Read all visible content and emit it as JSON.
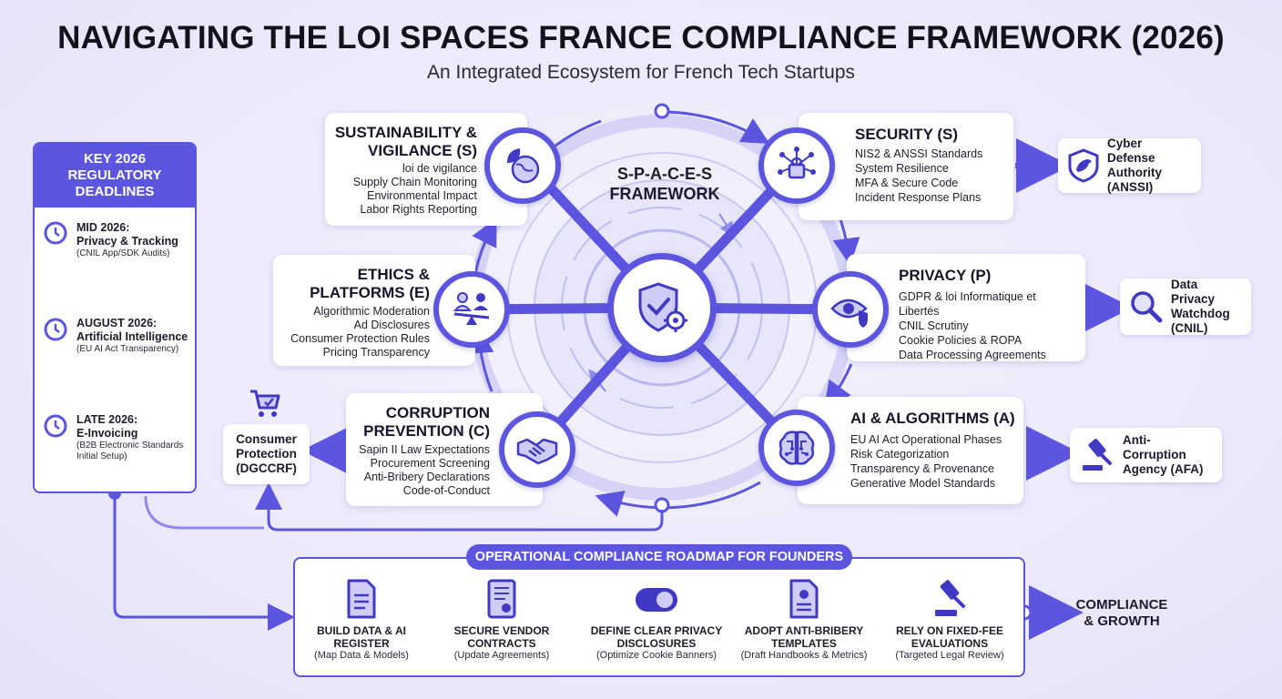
{
  "header": {
    "title": "NAVIGATING THE LOI SPACES FRANCE COMPLIANCE FRAMEWORK (2026)",
    "subtitle": "An Integrated Ecosystem for French Tech Startups"
  },
  "hub": {
    "label": "S-P-A-C-E-S FRAMEWORK",
    "icon": "shield-gear-icon"
  },
  "pillars": {
    "sustainability": {
      "title_1": "SUSTAINABILITY &",
      "title_2": "VIGILANCE (S)",
      "items": [
        "loi de vigilance",
        "Supply Chain Monitoring",
        "Environmental Impact",
        "Labor Rights Reporting"
      ],
      "icon": "leaf-globe-icon"
    },
    "security": {
      "title": "SECURITY (S)",
      "items": [
        "NIS2 & ANSSI Standards",
        "System Resilience",
        "MFA & Secure Code",
        "Incident Response Plans"
      ],
      "icon": "network-lock-icon"
    },
    "ethics": {
      "title_1": "ETHICS &",
      "title_2": "PLATFORMS (E)",
      "items": [
        "Algorithmic Moderation",
        "Ad Disclosures",
        "Consumer Protection Rules",
        "Pricing Transparency"
      ],
      "icon": "scale-people-icon"
    },
    "privacy": {
      "title": "PRIVACY (P)",
      "items": [
        "GDPR & loi Informatique et Libertés",
        "CNIL Scrutiny",
        "Cookie Policies & ROPA",
        "Data Processing Agreements"
      ],
      "icon": "eye-shield-icon"
    },
    "corruption": {
      "title_1": "CORRUPTION",
      "title_2": "PREVENTION (C)",
      "items": [
        "Sapin II Law Expectations",
        "Procurement Screening",
        "Anti-Bribery Declarations",
        "Code-of-Conduct"
      ],
      "icon": "handshake-icon"
    },
    "ai": {
      "title": "AI & ALGORITHMS (A)",
      "items": [
        "EU AI Act Operational Phases",
        "Risk Categorization",
        "Transparency & Provenance",
        "Generative Model Standards"
      ],
      "icon": "brain-circuit-icon"
    }
  },
  "authorities": {
    "anssi": {
      "line1": "Cyber Defense",
      "line2": "Authority",
      "line3": "(ANSSI)",
      "icon": "shield-bird-icon"
    },
    "cnil": {
      "line1": "Data Privacy",
      "line2": "Watchdog",
      "line3": "(CNIL)",
      "icon": "magnifier-icon"
    },
    "afa": {
      "line1": "Anti-Corruption",
      "line2": "Agency (AFA)",
      "icon": "gavel-icon"
    },
    "dgccrf": {
      "line1": "Consumer",
      "line2": "Protection",
      "line3": "(DGCCRF)",
      "icon": "shopping-cart-icon"
    }
  },
  "deadlines": {
    "heading_1": "KEY 2026",
    "heading_2": "REGULATORY",
    "heading_3": "DEADLINES",
    "items": [
      {
        "when": "MID 2026:",
        "what": "Privacy & Tracking",
        "detail": "(CNIL App/SDK Audits)"
      },
      {
        "when": "AUGUST 2026:",
        "what": "Artificial Intelligence",
        "detail": "(EU AI Act Transparency)"
      },
      {
        "when": "LATE 2026:",
        "what": "E-Invoicing",
        "detail_1": "(B2B Electronic Standards",
        "detail_2": "Initial Setup)"
      }
    ]
  },
  "roadmap": {
    "title": "OPERATIONAL COMPLIANCE ROADMAP FOR FOUNDERS",
    "steps": [
      {
        "title_1": "BUILD DATA & AI",
        "title_2": "REGISTER",
        "sub": "(Map Data & Models)",
        "icon": "document-icon"
      },
      {
        "title_1": "SECURE VENDOR",
        "title_2": "CONTRACTS",
        "sub": "(Update Agreements)",
        "icon": "contract-scroll-icon"
      },
      {
        "title_1": "DEFINE CLEAR PRIVACY",
        "title_2": "DISCLOSURES",
        "sub": "(Optimize Cookie Banners)",
        "icon": "toggle-icon"
      },
      {
        "title_1": "ADOPT ANTI-BRIBERY",
        "title_2": "TEMPLATES",
        "sub": "(Draft Handbooks & Metrics)",
        "icon": "profile-document-icon"
      },
      {
        "title_1": "RELY ON FIXED-FEE",
        "title_2": "EVALUATIONS",
        "sub": "(Targeted Legal Review)",
        "icon": "gavel-icon"
      }
    ],
    "outcome_1": "COMPLIANCE",
    "outcome_2": "& GROWTH"
  },
  "colors": {
    "accent": "#5b55e0",
    "accent_light": "#b9b5f2",
    "text": "#1d1d2b"
  }
}
